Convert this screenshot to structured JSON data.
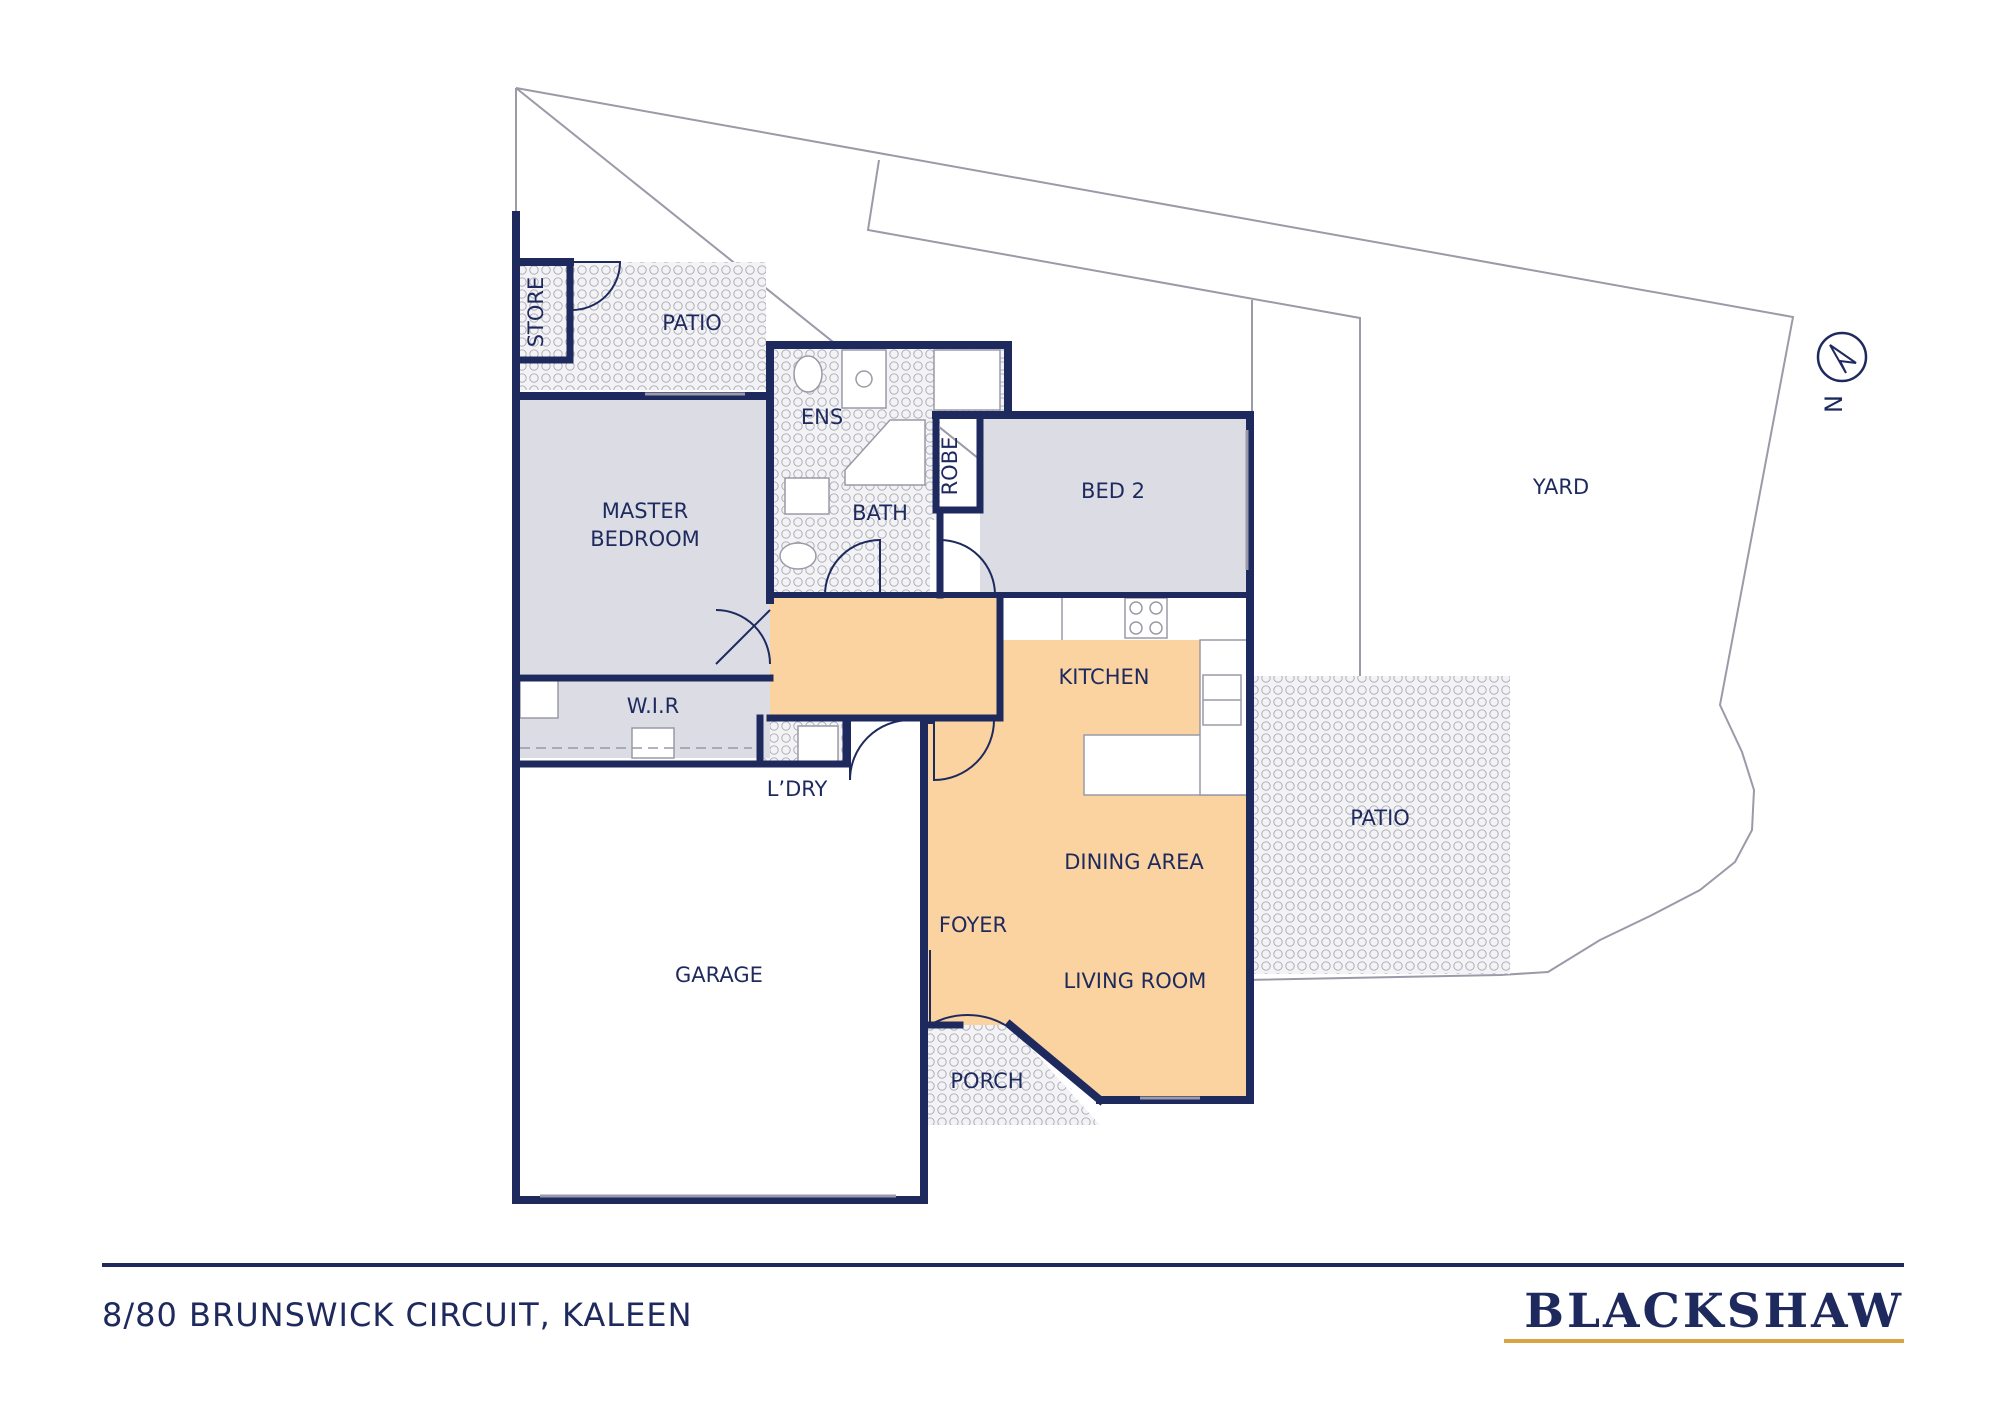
{
  "colors": {
    "wall": "#1e2a5e",
    "bedroom_fill": "#dcdce4",
    "living_fill": "#fbd3a0",
    "paving_fill": "#f2f2f4",
    "line": "#9a9aa8",
    "brand_underline": "#d9a441"
  },
  "rooms": {
    "store": "STORE",
    "patio_north": "PATIO",
    "ensuite": "ENS",
    "robe": "ROBE",
    "master_line1": "MASTER",
    "master_line2": "BEDROOM",
    "bath": "BATH",
    "bed2": "BED 2",
    "yard": "YARD",
    "wir": "W.I.R",
    "kitchen": "KITCHEN",
    "laundry": "L’DRY",
    "patio_east": "PATIO",
    "dining": "DINING AREA",
    "foyer": "FOYER",
    "garage": "GARAGE",
    "living": "LIVING ROOM",
    "porch": "PORCH"
  },
  "compass": {
    "label": "N",
    "icon": "north-arrow-icon"
  },
  "footer": {
    "address": "8/80 BRUNSWICK CIRCUIT, KALEEN",
    "brand": "BLACKSHAW"
  }
}
